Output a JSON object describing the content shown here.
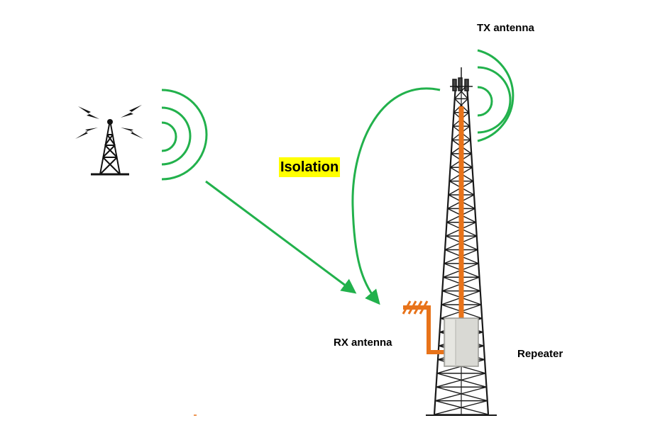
{
  "labels": {
    "tx_antenna": "TX antenna",
    "rx_antenna": "RX antenna",
    "repeater": "Repeater",
    "isolation": "Isolation"
  },
  "colors": {
    "signal_green": "#22b14c",
    "cable_orange": "#e8731a",
    "tower_black": "#1a1a1a",
    "highlight_yellow": "#ffff00",
    "repeater_box": "#d9d9d4"
  },
  "icons": {
    "source_tower": "broadcast-tower-icon",
    "signal_waves": "radio-waves-icon",
    "lightning": "lightning-bolt-icon",
    "rx_antenna": "yagi-antenna-icon",
    "repeater": "repeater-box-icon"
  }
}
